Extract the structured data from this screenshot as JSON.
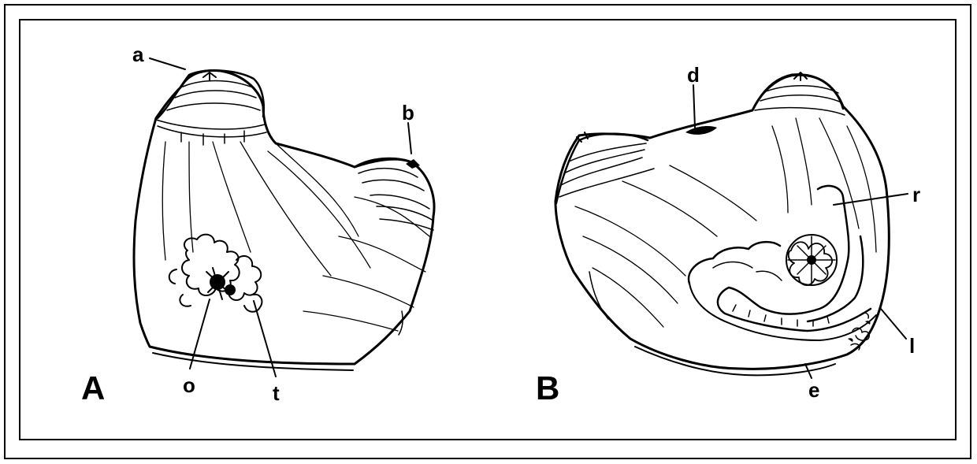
{
  "panels": [
    {
      "letter": "A",
      "callouts": {
        "a": "a",
        "b": "b",
        "o": "o",
        "t": "t"
      }
    },
    {
      "letter": "B",
      "callouts": {
        "d": "d",
        "r": "r",
        "l": "l",
        "e": "e"
      }
    }
  ],
  "colors": {
    "ink": "#000000",
    "paper": "#ffffff"
  }
}
